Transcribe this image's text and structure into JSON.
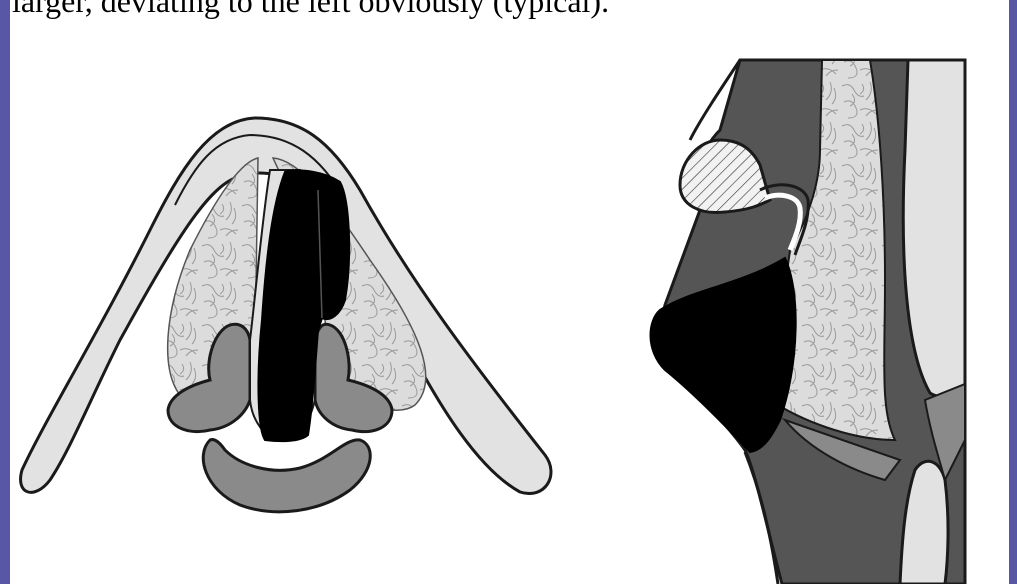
{
  "caption": {
    "text": "larger, deviating to the left obviously (typical)."
  },
  "colors": {
    "frame_border": "#5757a6",
    "cartilage_light": "#e2e2e2",
    "tissue_mid": "#8a8a8a",
    "tissue_dark": "#555555",
    "mass_black": "#000000",
    "outline": "#1a1a1a"
  },
  "figure": {
    "panels": [
      {
        "id": "left-panel",
        "view": "superior",
        "icon": "larynx-top-view"
      },
      {
        "id": "right-panel",
        "view": "sagittal",
        "icon": "larynx-side-view"
      }
    ]
  }
}
